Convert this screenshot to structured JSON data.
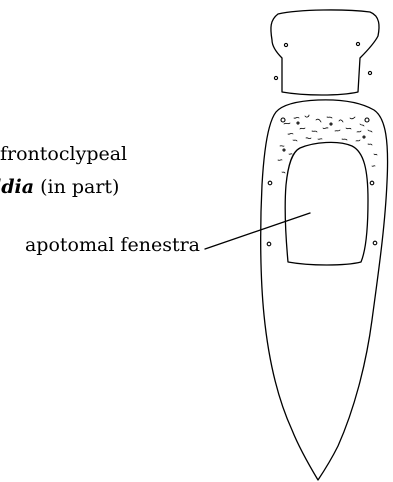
{
  "labels": {
    "top_line": "frontoclypeal",
    "genus_fragment": "ldia",
    "genus_suffix": " (in part)",
    "apotome_label": "apotomal fenestra"
  },
  "colors": {
    "ink": "#000000",
    "paper": "#ffffff"
  }
}
